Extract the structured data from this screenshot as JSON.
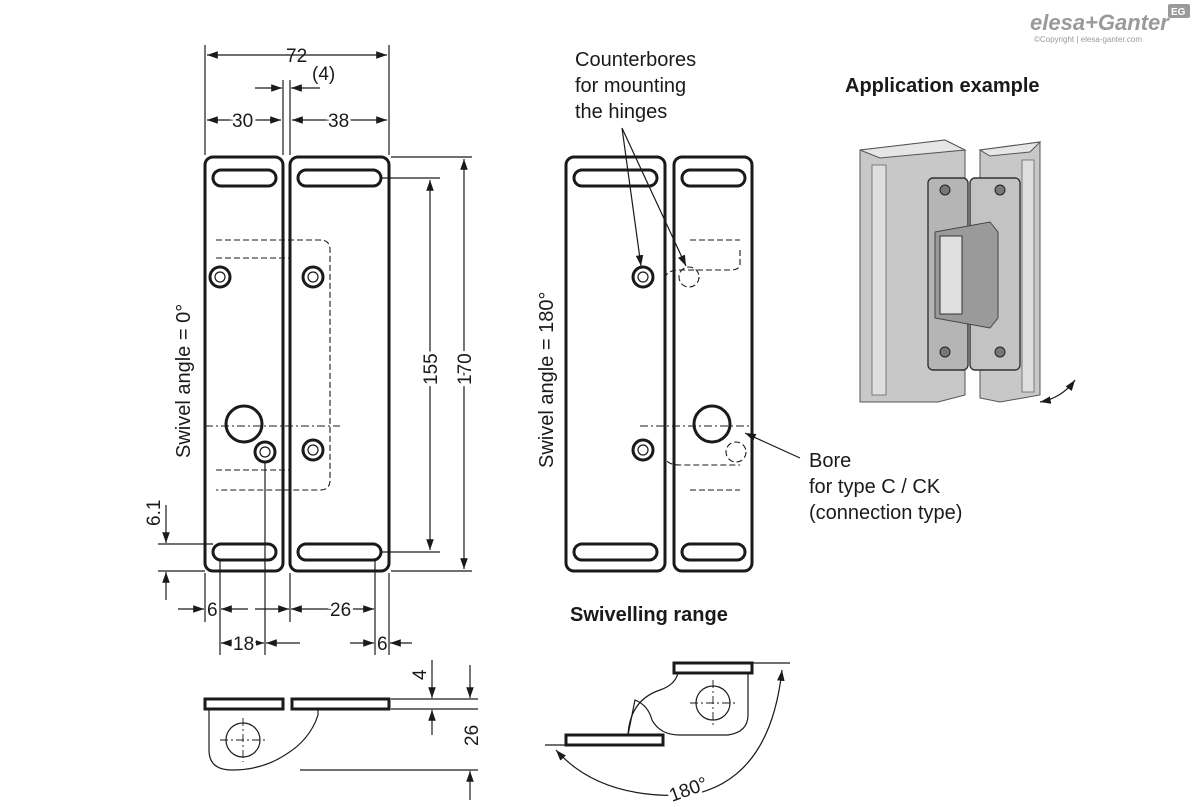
{
  "logo": {
    "brand": "elesa+Ganter",
    "badge": "EG",
    "copyright": "©Copyright | elesa-ganter.com"
  },
  "front_view": {
    "dims": {
      "overall_width": "72",
      "gap": "(4)",
      "left_width": "30",
      "right_width": "38",
      "slot_spacing": "155",
      "overall_height": "170",
      "slot_offset": "6.1",
      "left_edge": "6",
      "left_bore": "18",
      "right_span": "26",
      "right_edge": "6"
    },
    "swivel_label": "Swivel angle = 0°"
  },
  "side_view": {
    "dims": {
      "thickness": "4",
      "height": "26"
    }
  },
  "rear_view": {
    "swivel_label": "Swivel angle = 180°",
    "counterbores_label": [
      "Counterbores",
      "for mounting",
      "the hinges"
    ],
    "bore_label": [
      "Bore",
      "for type C / CK",
      "(connection type)"
    ]
  },
  "swivelling": {
    "title": "Swivelling range",
    "angle": "180°"
  },
  "application": {
    "title": "Application example"
  },
  "colors": {
    "line": "#1a1a1a",
    "logo": "#9a9a9a"
  }
}
